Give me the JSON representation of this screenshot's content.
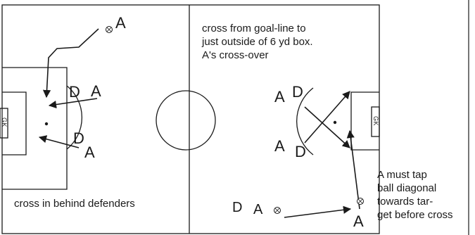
{
  "goalkeeper_label": "GK",
  "player_symbols": {
    "attacker": "A",
    "defender": "D"
  },
  "notes": {
    "top_right": "cross from goal-line to\njust outside of 6 yd box.\nA's cross-over",
    "bottom_left": "cross in behind defenders",
    "bottom_right": "A must tap\nball diagonal\ntowards tar-\nget before cross"
  },
  "colors": {
    "line": "#1a1a1a",
    "background": "#ffffff"
  },
  "icons": {
    "ball": "soccer-ball-icon",
    "arrow": "arrowhead"
  }
}
